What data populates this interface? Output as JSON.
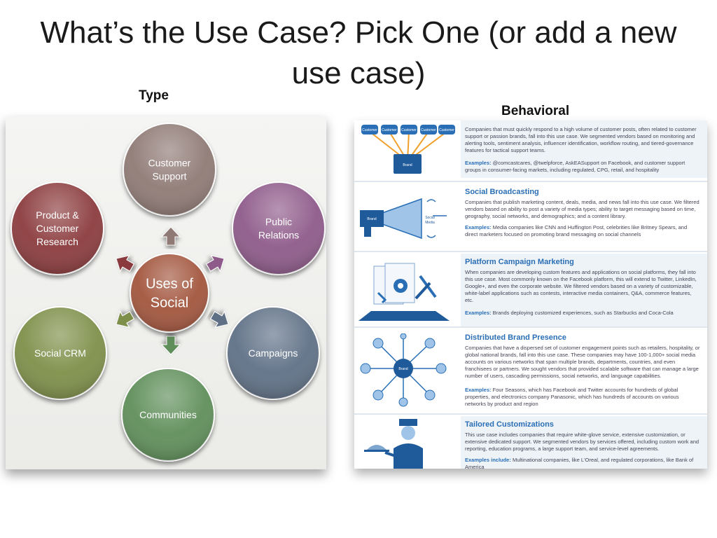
{
  "slide": {
    "title": "What’s the Use Case? Pick One (or add a new use case)"
  },
  "left": {
    "label": "Type",
    "center": [
      "Uses of",
      "Social"
    ],
    "nodes": [
      {
        "lines": [
          "Customer",
          "Support"
        ],
        "color": "#8f7a74"
      },
      {
        "lines": [
          "Public",
          "Relations"
        ],
        "color": "#8e5a8a"
      },
      {
        "lines": [
          "Campaigns"
        ],
        "color": "#5f7086"
      },
      {
        "lines": [
          "Communities"
        ],
        "color": "#5f8e5a"
      },
      {
        "lines": [
          "Social CRM"
        ],
        "color": "#7e8f4a"
      },
      {
        "lines": [
          "Product &",
          "Customer",
          "Research"
        ],
        "color": "#8b3b3d"
      }
    ],
    "center_color": "#a2553e"
  },
  "right": {
    "label": "Behavioral",
    "rows": [
      {
        "title": "",
        "desc": "Companies that must quickly respond to a high volume of customer posts, often related to customer support or passion brands, fall into this use case. We segmented vendors based on monitoring and alerting tools, sentiment analysis, influencer identification, workflow routing, and tiered-governance features for tactical support teams.",
        "ex_label": "Examples:",
        "ex": "@comcastcares, @twelpforce, AskEASupport on Facebook, and customer support groups in consumer-facing markets, including regulated, CPG, retail, and hospitality",
        "icon_labels": [
          "Customer",
          "Customer",
          "Customer",
          "Customer",
          "Customer",
          "Brand"
        ]
      },
      {
        "title": "Social Broadcasting",
        "desc": "Companies that publish marketing content, deals, media, and news fall into this use case. We filtered vendors based on ability to post a variety of media types; ability to target messaging based on time, geography, social networks, and demographics; and a content library.",
        "ex_label": "Examples:",
        "ex": "Media companies like CNN and Huffington Post, celebrities like Britney Spears, and direct marketers focused on promoting brand messaging on social channels",
        "icon_labels": [
          "Brand",
          "Social",
          "Media"
        ]
      },
      {
        "title": "Platform Campaign Marketing",
        "desc": "When companies are developing custom features and applications on social platforms, they fall into this use case. Most commonly known on the Facebook platform, this will extend to Twitter, LinkedIn, Google+, and even the corporate website. We filtered vendors based on a variety of customizable, white-label applications such as contests, interactive media containers, Q&A, commerce features, etc.",
        "ex_label": "Examples:",
        "ex": "Brands deploying customized experiences, such as Starbucks and Coca-Cola",
        "icon_labels": []
      },
      {
        "title": "Distributed Brand Presence",
        "desc": "Companies that have a dispersed set of customer engagement points such as retailers, hospitality, or global national brands, fall into this use case. These companies may have 100-1,000+ social media accounts on various networks that span multiple brands, departments, countries, and even franchisees or partners. We sought vendors that provided scalable software that can manage a large number of users, cascading permissions, social networks, and language capabilities.",
        "ex_label": "Examples:",
        "ex": "Four Seasons, which has Facebook and Twitter accounts for hundreds of global properties, and electronics company Panasonic, which has hundreds of accounts on various networks by product and region",
        "icon_labels": [
          "Brand"
        ]
      },
      {
        "title": "Tailored Customizations",
        "desc": "This use case includes companies that require white-glove service, extensive customization, or extensive dedicated support. We segmented vendors by services offered, including custom work and reporting, education programs, a large support team, and service-level agreements.",
        "ex_label": "Examples include:",
        "ex": "Multinational companies, like L'Oreal, and regulated corporations, like Bank of America",
        "icon_labels": []
      }
    ]
  }
}
